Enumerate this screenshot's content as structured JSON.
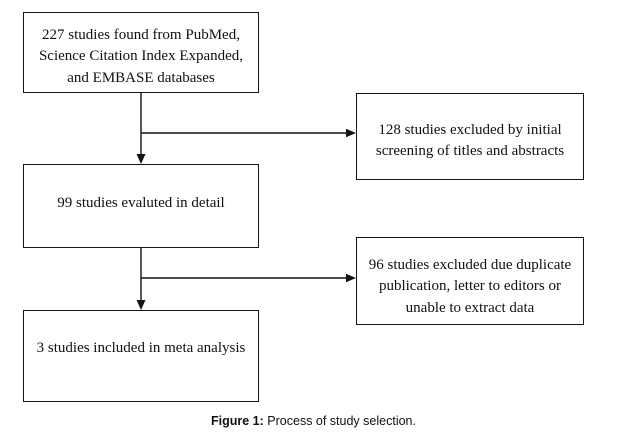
{
  "figure": {
    "caption_label": "Figure 1:",
    "caption_text": " Process of study selection.",
    "ink_color": "#141414",
    "background_color": "#ffffff"
  },
  "flowchart": {
    "type": "prisma-study-selection-flow",
    "boxes": [
      {
        "id": "identification",
        "count": 227,
        "text": "227 studies found from PubMed, Science Citation Index Expanded, and EMBASE databases",
        "line1": "227 studies found from PubMed,",
        "line2": "Science Citation Index Expanded,",
        "line3": "and EMBASE databases"
      },
      {
        "id": "evaluated",
        "count": 99,
        "text": "99 studies evaluted in detail",
        "line1": "99 studies evaluted in detail"
      },
      {
        "id": "included",
        "count": 3,
        "text": "3 studies included in meta analysis",
        "line1": "3 studies included in meta",
        "line2": "analysis"
      },
      {
        "id": "excluded-screening",
        "count": 128,
        "text": "128 studies excluded by initial screening of titles and abstracts",
        "line1": "128 studies excluded by initial",
        "line2": "screening of titles and abstracts"
      },
      {
        "id": "excluded-duplicate",
        "count": 96,
        "text": "96 studies excluded due duplicate publication, letter to editors or unable to extract data",
        "line1": "96 studies excluded due duplicate",
        "line2": "publication, letter to editors or",
        "line3": "unable to extract data"
      }
    ]
  }
}
